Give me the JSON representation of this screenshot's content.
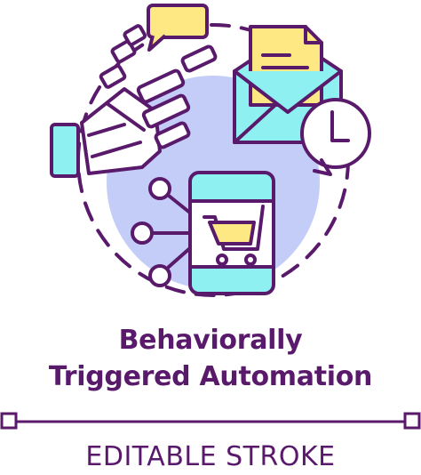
{
  "title": {
    "line1": "Behaviorally",
    "line2": "Triggered Automation"
  },
  "footer": {
    "label": "EDITABLE STROKE"
  },
  "colors": {
    "outline": "#5a1a6b",
    "title": "#5a1a6b",
    "circle_fill": "#c3cdf7",
    "yellow": "#fde884",
    "cyan": "#8ef0f0",
    "white": "#ffffff"
  },
  "icons": [
    "robot-hand-icon",
    "speech-bubble-icon",
    "envelope-letter-icon",
    "clock-icon",
    "smartphone-icon",
    "shopping-cart-icon",
    "network-nodes-icon"
  ]
}
